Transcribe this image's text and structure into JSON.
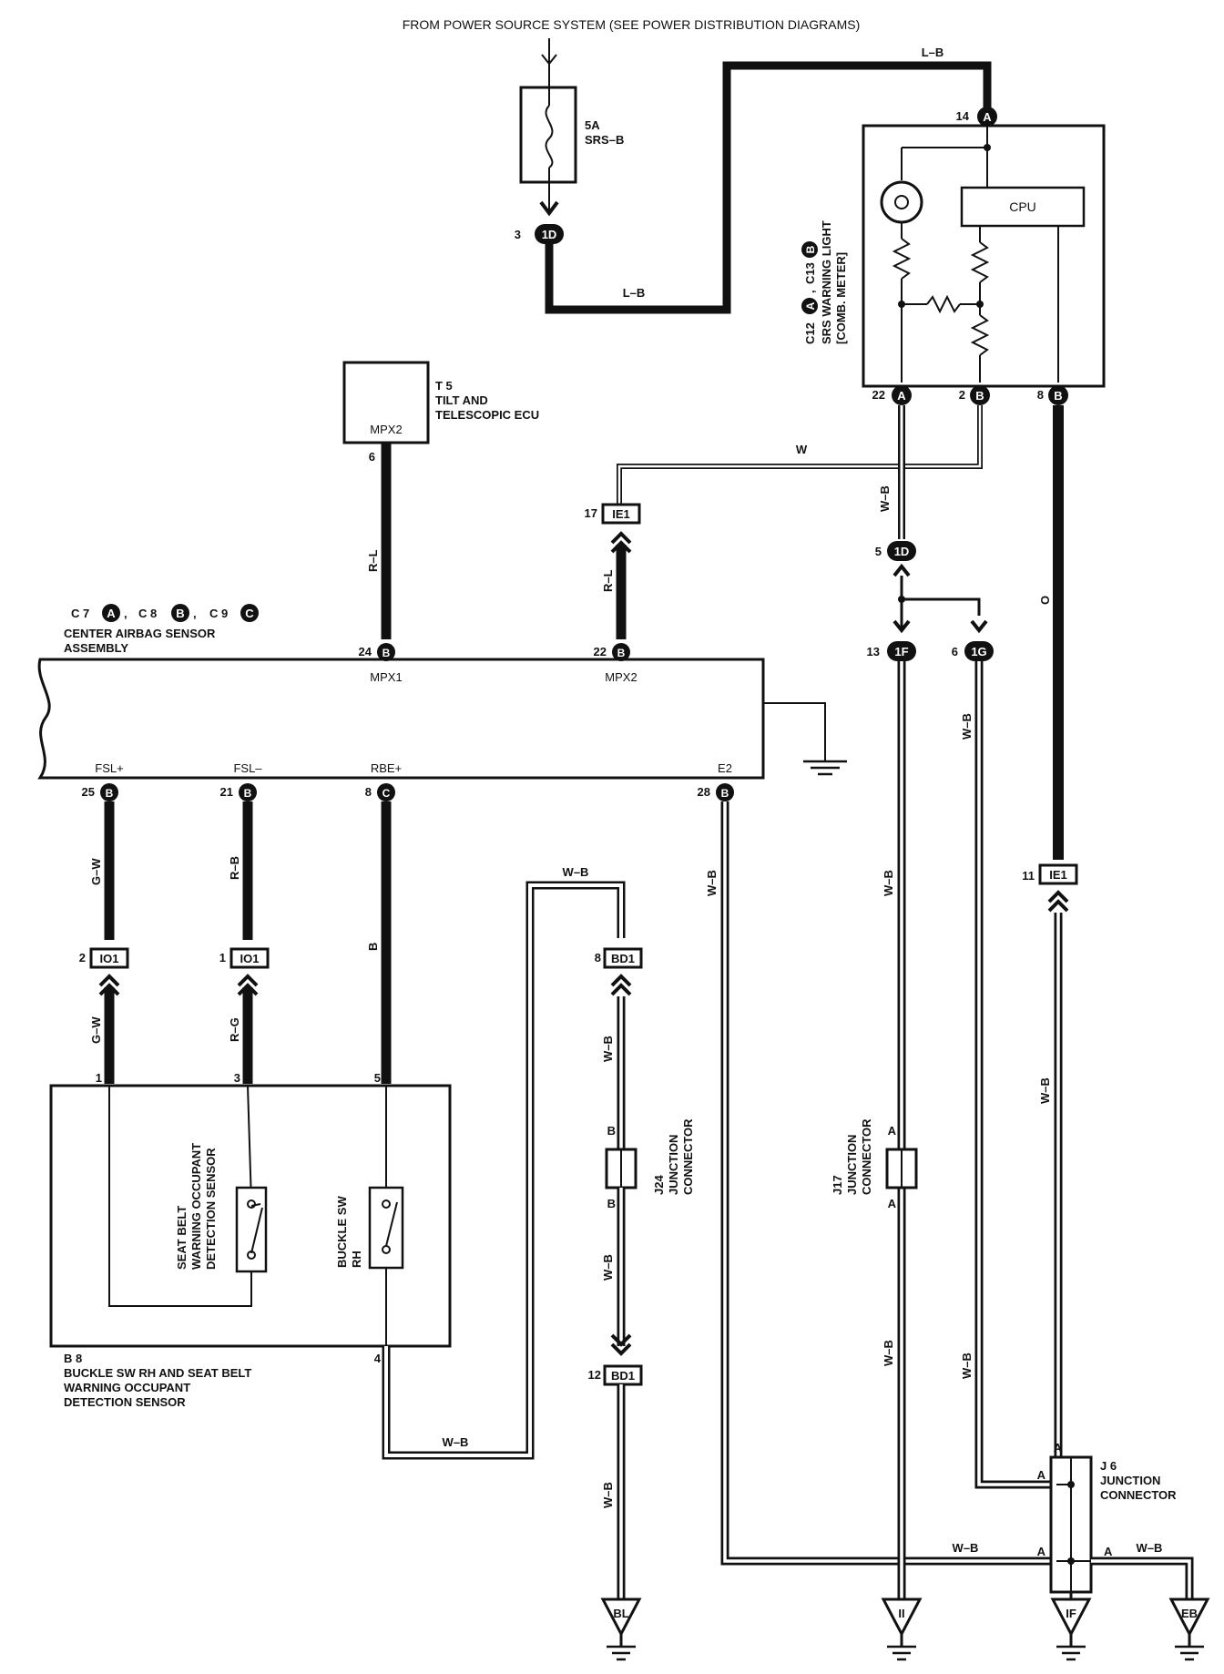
{
  "header": {
    "source_note": "FROM POWER SOURCE SYSTEM (SEE POWER DISTRIBUTION DIAGRAMS)"
  },
  "fuse": {
    "rating": "5A",
    "name": "SRS–B"
  },
  "meter": {
    "codes": [
      "C12",
      "A",
      ",",
      "C13",
      "B"
    ],
    "title": "SRS WARNING LIGHT",
    "subtitle": "[COMB. METER]",
    "cpu": "CPU",
    "pins": [
      {
        "num": "14",
        "conn": "A"
      },
      {
        "num": "22",
        "conn": "A"
      },
      {
        "num": "2",
        "conn": "B"
      },
      {
        "num": "8",
        "conn": "B"
      }
    ]
  },
  "tilt_ecu": {
    "code": "T 5",
    "line1": "TILT AND",
    "line2": "TELESCOPIC ECU",
    "pin_label": "MPX2",
    "pin": "6"
  },
  "airbag": {
    "codes": [
      "C 7",
      "A",
      ",",
      "C 8",
      "B",
      ",",
      "C 9",
      "C"
    ],
    "line1": "CENTER AIRBAG SENSOR",
    "line2": "ASSEMBLY",
    "top_pins": [
      {
        "num": "24",
        "conn": "B",
        "label": "MPX1"
      },
      {
        "num": "22",
        "conn": "B",
        "label": "MPX2"
      }
    ],
    "bottom_pins": [
      {
        "num": "25",
        "conn": "B",
        "label": "FSL+"
      },
      {
        "num": "21",
        "conn": "B",
        "label": "FSL–"
      },
      {
        "num": "8",
        "conn": "C",
        "label": "RBE+"
      },
      {
        "num": "28",
        "conn": "B",
        "label": "E2"
      }
    ]
  },
  "sensor": {
    "code": "B 8",
    "line1": "BUCKLE SW RH AND SEAT BELT",
    "line2": "WARNING OCCUPANT",
    "line3": "DETECTION SENSOR",
    "seat_label": [
      "SEAT BELT",
      "WARNING OCCUPANT",
      "DETECTION SENSOR"
    ],
    "buckle_label": [
      "BUCKLE SW",
      "RH"
    ],
    "pins": [
      "1",
      "3",
      "5",
      "4"
    ]
  },
  "connectors": {
    "c1d_top": {
      "num": "3",
      "id": "1D"
    },
    "c1d_mid": {
      "num": "5",
      "id": "1D"
    },
    "c1f": {
      "num": "13",
      "id": "1F"
    },
    "c1g": {
      "num": "6",
      "id": "1G"
    },
    "ie1_left": {
      "num": "17",
      "id": "IE1"
    },
    "ie1_right": {
      "num": "11",
      "id": "IE1"
    },
    "io1_a": {
      "num": "2",
      "id": "IO1"
    },
    "io1_b": {
      "num": "1",
      "id": "IO1"
    },
    "bd1_top": {
      "num": "8",
      "id": "BD1"
    },
    "bd1_bot": {
      "num": "12",
      "id": "BD1"
    }
  },
  "junctions": {
    "j24": {
      "code": "J24",
      "line1": "JUNCTION",
      "line2": "CONNECTOR",
      "pin_top": "B",
      "pin_bot": "B"
    },
    "j17": {
      "code": "J17",
      "line1": "JUNCTION",
      "line2": "CONNECTOR",
      "pin_top": "A",
      "pin_bot": "A"
    },
    "j6": {
      "code": "J 6",
      "line1": "JUNCTION",
      "line2": "CONNECTOR",
      "pin": "A"
    }
  },
  "wires": {
    "lb": "L–B",
    "w": "W",
    "wb": "W–B",
    "rl": "R–L",
    "gw": "G–W",
    "rb": "R–B",
    "b": "B",
    "rg": "R–G",
    "o": "O"
  },
  "grounds": [
    "BL",
    "II",
    "IF",
    "EB"
  ]
}
